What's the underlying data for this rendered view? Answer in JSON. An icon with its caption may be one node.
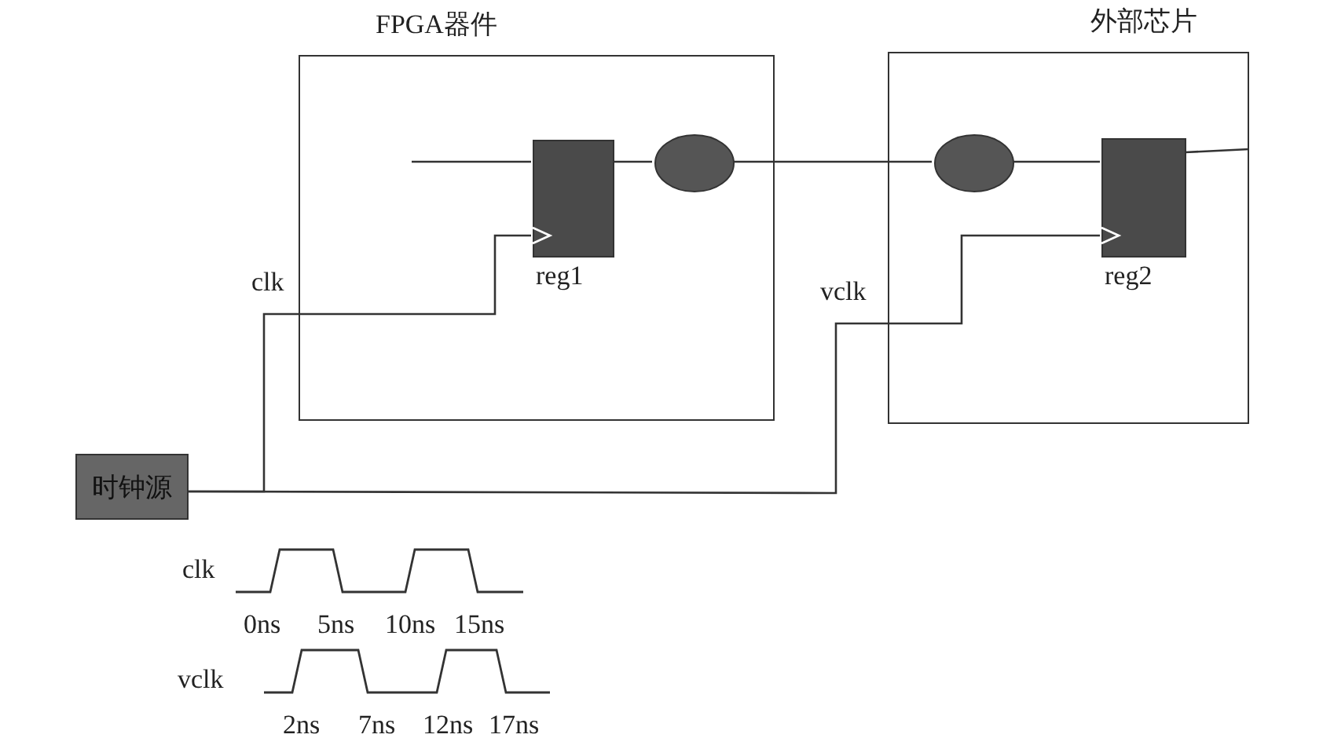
{
  "diagram": {
    "nodes": [
      {
        "text": [
          "FPGA器件"
        ]
      },
      {
        "text": [
          "外部芯片"
        ]
      },
      {
        "text": [
          "reg1"
        ],
        "in": 0
      },
      {
        "text": [],
        "shape": "circle",
        "in": 0
      },
      {
        "text": [],
        "shape": "circle",
        "in": 1
      },
      {
        "text": [
          "reg2"
        ],
        "in": 1
      },
      {
        "text": [
          "时钟源"
        ]
      }
    ],
    "edges": [
      {
        "from": null,
        "to": 2,
        "arrow": "none"
      },
      {
        "from": 2,
        "to": 3,
        "arrow": "none"
      },
      {
        "from": 3,
        "to": 4,
        "arrow": "none"
      },
      {
        "from": 4,
        "to": 5,
        "arrow": "none"
      },
      {
        "from": 5,
        "to": null,
        "arrow": "none"
      },
      {
        "from": 6,
        "to": 2,
        "arrow": "to",
        "label": "clk"
      },
      {
        "from": 6,
        "to": 5,
        "arrow": "to",
        "label": "vclk"
      }
    ],
    "labels": [
      "clk",
      "0ns",
      "5ns",
      "10ns",
      "15ns",
      "vclk",
      "2ns",
      "7ns",
      "12ns",
      "17ns"
    ]
  }
}
